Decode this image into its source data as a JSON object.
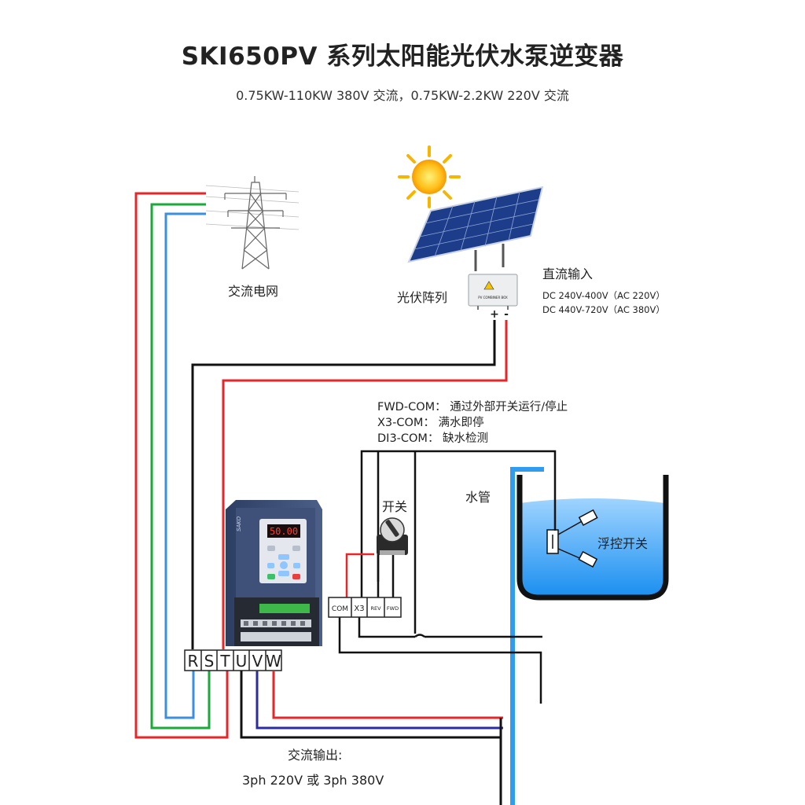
{
  "header": {
    "title": "SKI650PV 系列太阳能光伏水泵逆变器",
    "subtitle": "0.75KW-110KW 380V 交流，0.75KW-2.2KW 220V 交流"
  },
  "grid": {
    "label": "交流电网"
  },
  "pv": {
    "label": "光伏阵列",
    "combiner_text": "PV COMBINER BOX",
    "plus": "+",
    "minus": "-"
  },
  "dc_input": {
    "title": "直流输入",
    "line1": "DC 240V-400V（AC 220V）",
    "line2": "DC 440V-720V（AC 380V）"
  },
  "control_notes": [
    "FWD-COM： 通过外部开关运行/停止",
    "X3-COM： 满水即停",
    "DI3-COM： 缺水检测"
  ],
  "switch": {
    "label": "开关"
  },
  "pipe": {
    "label": "水管"
  },
  "tank": {
    "float_label": "浮控开关"
  },
  "inverter": {
    "brand": "SAKO",
    "display": "50.00"
  },
  "power_terminals": [
    "R",
    "S",
    "T",
    "U",
    "V",
    "W"
  ],
  "control_terminals": [
    "COM",
    "X3",
    "REV",
    "FWD"
  ],
  "output": {
    "line1": "交流输出:",
    "line2": "3ph 220V 或 3ph 380V"
  },
  "colors": {
    "red": "#e8262a",
    "green": "#1aaa3a",
    "blue": "#3a8fe0",
    "navy": "#2b2ca0",
    "black": "#111111",
    "water": "#2f9cf0"
  }
}
